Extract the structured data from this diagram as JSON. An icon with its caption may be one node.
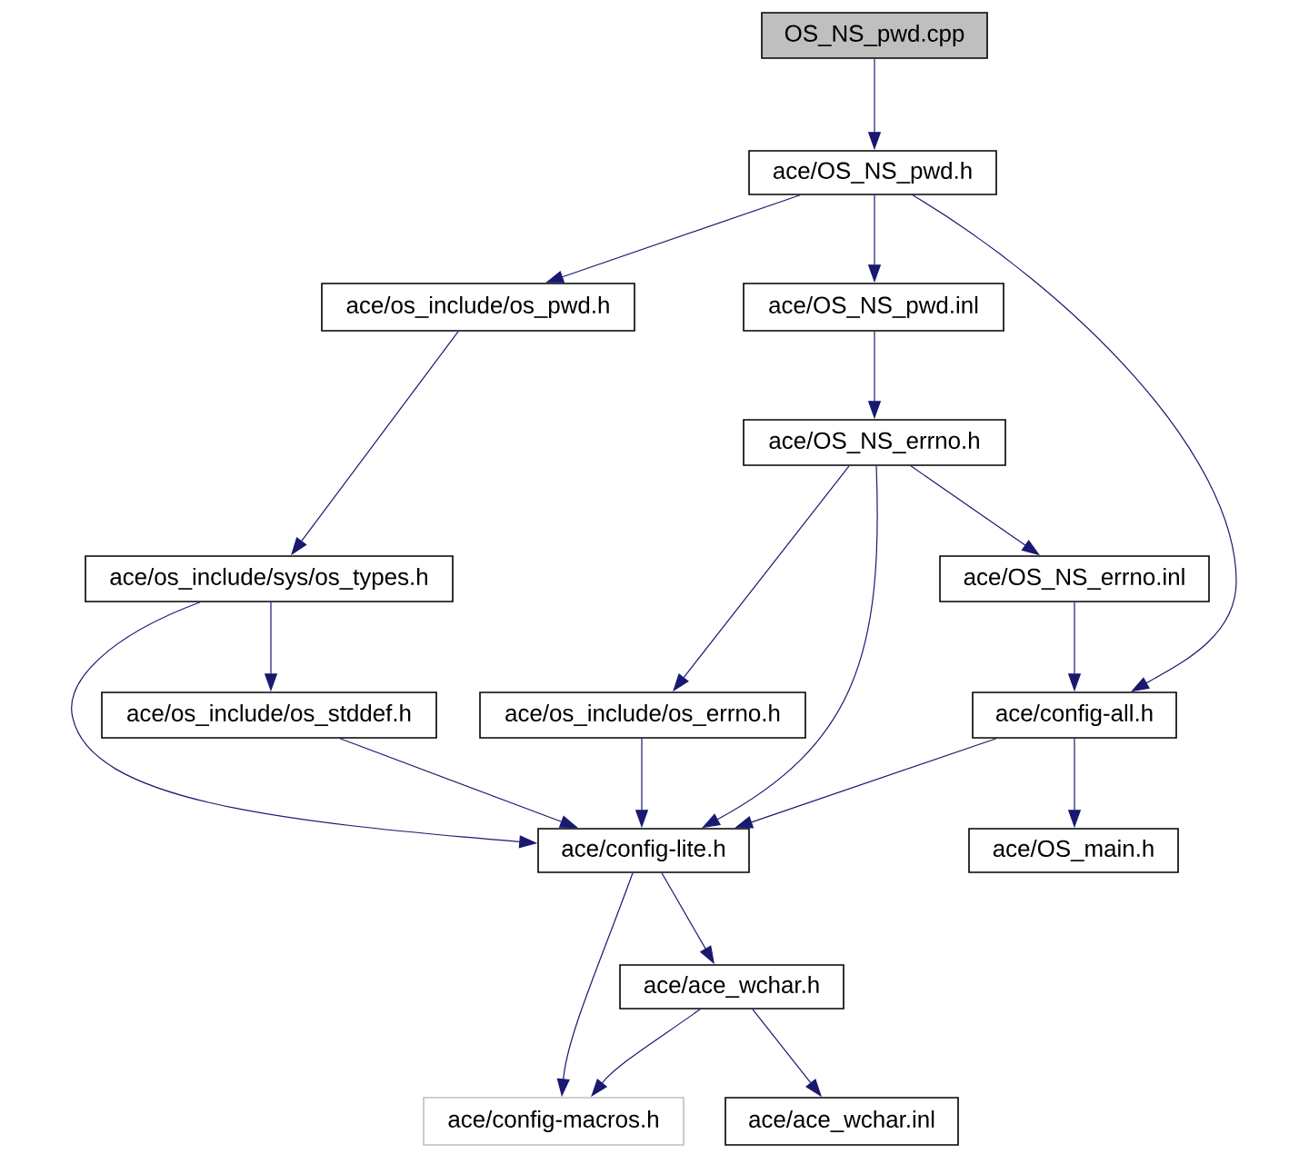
{
  "diagram": {
    "nodes": [
      {
        "text": [
          "OS_NS_pwd.cpp"
        ]
      },
      {
        "text": [
          "ace/OS_NS_pwd.h"
        ]
      },
      {
        "text": [
          "ace/os_include/os_pwd.h"
        ]
      },
      {
        "text": [
          "ace/OS_NS_pwd.inl"
        ]
      },
      {
        "text": [
          "ace/OS_NS_errno.h"
        ]
      },
      {
        "text": [
          "ace/os_include/sys/os_types.h"
        ]
      },
      {
        "text": [
          "ace/OS_NS_errno.inl"
        ]
      },
      {
        "text": [
          "ace/os_include/os_stddef.h"
        ]
      },
      {
        "text": [
          "ace/os_include/os_errno.h"
        ]
      },
      {
        "text": [
          "ace/config-all.h"
        ]
      },
      {
        "text": [
          "ace/config-lite.h"
        ]
      },
      {
        "text": [
          "ace/OS_main.h"
        ]
      },
      {
        "text": [
          "ace/ace_wchar.h"
        ]
      },
      {
        "text": [
          "ace/config-macros.h"
        ]
      },
      {
        "text": [
          "ace/ace_wchar.inl"
        ]
      }
    ],
    "edges": [
      {
        "from": 0,
        "to": 1,
        "arrow": "to"
      },
      {
        "from": 1,
        "to": 2,
        "arrow": "to"
      },
      {
        "from": 1,
        "to": 3,
        "arrow": "to"
      },
      {
        "from": 1,
        "to": 9,
        "arrow": "to"
      },
      {
        "from": 2,
        "to": 5,
        "arrow": "to"
      },
      {
        "from": 3,
        "to": 4,
        "arrow": "to"
      },
      {
        "from": 4,
        "to": 8,
        "arrow": "to"
      },
      {
        "from": 4,
        "to": 10,
        "arrow": "to"
      },
      {
        "from": 4,
        "to": 6,
        "arrow": "to"
      },
      {
        "from": 5,
        "to": 7,
        "arrow": "to"
      },
      {
        "from": 5,
        "to": 10,
        "arrow": "to"
      },
      {
        "from": 6,
        "to": 9,
        "arrow": "to"
      },
      {
        "from": 7,
        "to": 10,
        "arrow": "to"
      },
      {
        "from": 8,
        "to": 10,
        "arrow": "to"
      },
      {
        "from": 9,
        "to": 10,
        "arrow": "to"
      },
      {
        "from": 9,
        "to": 11,
        "arrow": "to"
      },
      {
        "from": 10,
        "to": 13,
        "arrow": "to"
      },
      {
        "from": 10,
        "to": 12,
        "arrow": "to"
      },
      {
        "from": 12,
        "to": 13,
        "arrow": "to"
      },
      {
        "from": 12,
        "to": 14,
        "arrow": "to"
      }
    ]
  }
}
